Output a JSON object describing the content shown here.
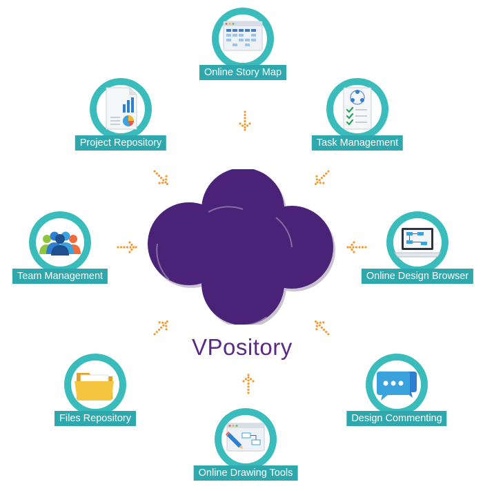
{
  "brand": {
    "name": "VPository",
    "color": "#5b2a86"
  },
  "colors": {
    "ring": "#3bbcbc",
    "label_bg": "#2fa8ad",
    "arrow": "#f29a2e",
    "logo": "#4a2277"
  },
  "features": [
    {
      "id": "online-story-map",
      "label": "Online Story Map",
      "icon": "story-map-icon"
    },
    {
      "id": "project-repository",
      "label": "Project Repository",
      "icon": "report-chart-icon"
    },
    {
      "id": "task-management",
      "label": "Task Management",
      "icon": "task-checklist-icon"
    },
    {
      "id": "team-management",
      "label": "Team Management",
      "icon": "team-people-icon"
    },
    {
      "id": "online-design-browser",
      "label": "Online Design Browser",
      "icon": "laptop-diagram-icon"
    },
    {
      "id": "files-repository",
      "label": "Files Repository",
      "icon": "folder-icon"
    },
    {
      "id": "design-commenting",
      "label": "Design Commenting",
      "icon": "chat-bubble-icon"
    },
    {
      "id": "online-drawing-tools",
      "label": "Online Drawing Tools",
      "icon": "drawing-window-icon"
    }
  ]
}
